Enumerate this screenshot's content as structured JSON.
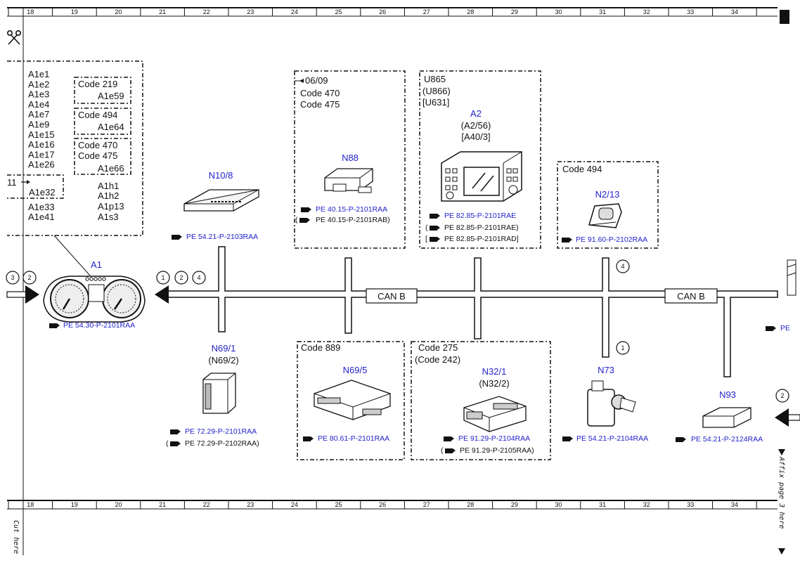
{
  "ruler": {
    "top": [
      "18",
      "19",
      "20",
      "21",
      "22",
      "23",
      "24",
      "25",
      "26",
      "27",
      "28",
      "29",
      "30",
      "31",
      "32",
      "33",
      "34"
    ],
    "bottom": [
      "18",
      "19",
      "20",
      "21",
      "22",
      "23",
      "24",
      "25",
      "26",
      "27",
      "28",
      "29",
      "30",
      "31",
      "32",
      "33",
      "34"
    ]
  },
  "cluster_box": {
    "left_codes": [
      "A1e1",
      "A1e2",
      "A1e3",
      "A1e4",
      "A1e7",
      "A1e9",
      "A1e15",
      "A1e16",
      "A1e17",
      "A1e26"
    ],
    "code219": "Code 219",
    "code219_item": "A1e59",
    "code494": "Code 494",
    "code494_item": "A1e64",
    "code470": "Code 470",
    "code475": "Code 475",
    "code470_item": "A1e66",
    "arrow_ref": "11",
    "a1e32": "A1e32",
    "lower_left": [
      "A1e33",
      "A1e41"
    ],
    "right_codes": [
      "A1h1",
      "A1h2",
      "A1p13",
      "A1s3"
    ]
  },
  "a1": {
    "name": "A1",
    "ref": "PE 54.30-P-2101RAA",
    "conn_left": [
      "3",
      "2"
    ]
  },
  "n10_8": {
    "name": "N10/8",
    "ref": "PE 54.21-P-2103RAA",
    "conn": [
      "1",
      "2",
      "4"
    ]
  },
  "n88": {
    "date": "06/09",
    "code1": "Code 470",
    "code2": "Code 475",
    "name": "N88",
    "ref1": "PE 40.15-P-2101RAA",
    "ref2": "PE 40.15-P-2101RAB)"
  },
  "a2": {
    "u1": "U865",
    "u2": "(U866)",
    "u3": "[U631]",
    "name": "A2",
    "alt1": "(A2/56)",
    "alt2": "[A40/3]",
    "ref1": "PE 82.85-P-2101RAE",
    "ref2": "PE 82.85-P-2101RAE)",
    "ref3": "PE 82.85-P-2101RAD]"
  },
  "n2_13": {
    "code": "Code 494",
    "name": "N2/13",
    "ref": "PE 91.60-P-2102RAA"
  },
  "bus": {
    "label_left": "CAN B",
    "label_right": "CAN B",
    "conn_n2": "4",
    "conn_n73": "1",
    "conn_n93": "2"
  },
  "right_edge_ref": "PE",
  "n69_1": {
    "name": "N69/1",
    "alt": "(N69/2)",
    "ref1": "PE 72.29-P-2101RAA",
    "ref2": "PE 72.29-P-2102RAA)"
  },
  "n69_5": {
    "code": "Code 889",
    "name": "N69/5",
    "ref": "PE 80.61-P-2101RAA"
  },
  "n32_1": {
    "code1": "Code 275",
    "code2": "(Code 242)",
    "name": "N32/1",
    "alt": "(N32/2)",
    "ref1": "PE 91.29-P-2104RAA",
    "ref2": "PE 91.29-P-2105RAA)"
  },
  "n73": {
    "name": "N73",
    "ref": "PE 54.21-P-2104RAA"
  },
  "n93": {
    "name": "N93",
    "ref": "PE 54.21-P-2124RAA"
  },
  "margin": {
    "affix": "Affix page 3 here",
    "cut": "Cut here"
  },
  "colors": {
    "link": "#2222cc",
    "line": "#111111"
  }
}
